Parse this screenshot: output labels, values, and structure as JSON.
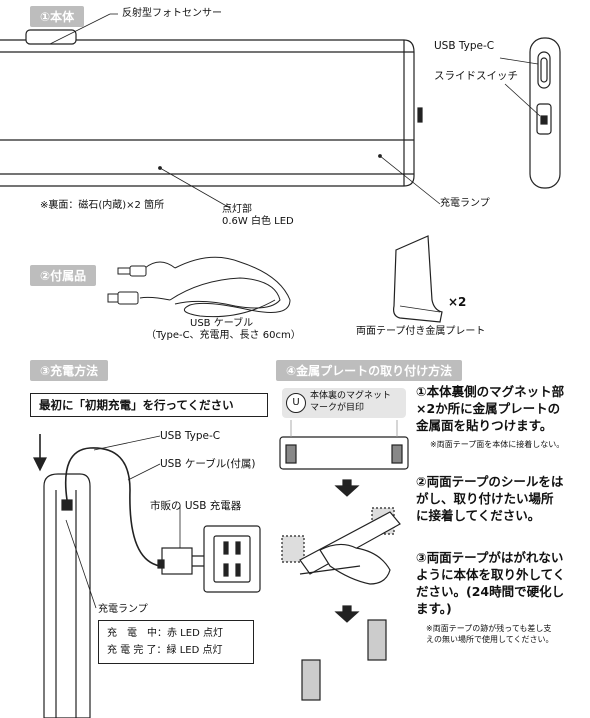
{
  "sections": {
    "s1": {
      "label": "①本体"
    },
    "s2": {
      "label": "②付属品"
    },
    "s3": {
      "label": "③充電方法"
    },
    "s4": {
      "label": "④金属プレートの取り付け方法"
    }
  },
  "body": {
    "sensor_label": "反射型フォトセンサー",
    "back_note": "※裏面：磁石(内蔵)×2 箇所",
    "lamp_label": "点灯部",
    "lamp_spec": "0.6W 白色 LED",
    "charge_lamp": "充電ランプ",
    "usb_type_c": "USB Type-C",
    "slide_switch": "スライドスイッチ"
  },
  "accessories": {
    "cable_line1": "USB ケーブル",
    "cable_line2": "（Type-C、充電用、長さ 60cm）",
    "plate_label": "両面テープ付き金属プレート",
    "plate_qty": "×2"
  },
  "charging": {
    "first_charge": "最初に「初期充電」を行ってください",
    "usb_type_c": "USB Type-C",
    "cable": "USB ケーブル(付属)",
    "charger": "市販の USB 充電器",
    "lamp_title": "充電ランプ",
    "status_charging": "充　電　中：赤 LED 点灯",
    "status_done": "充 電 完 了：緑 LED 点灯"
  },
  "mounting": {
    "magnet_mark_line1": "本体裏のマグネット",
    "magnet_mark_line2": "マークが目印",
    "step1_line1": "①本体裏側のマグネット部",
    "step1_line2": "×2か所に金属プレートの",
    "step1_line3": "金属面を貼りつけます。",
    "step1_note": "※両面テープ面を本体に接着しない。",
    "step2_line1": "②両面テープのシールをは",
    "step2_line2": "がし、取り付けたい場所",
    "step2_line3": "に接着してください。",
    "step3_line1": "③両面テープがはがれない",
    "step3_line2": "ように本体を取り外してく",
    "step3_line3": "ださい。(24時間で硬化し",
    "step3_line4": "ます。)",
    "step3_note1": "※両面テープの跡が残っても差し支",
    "step3_note2": "えの無い場所で使用してください。"
  }
}
